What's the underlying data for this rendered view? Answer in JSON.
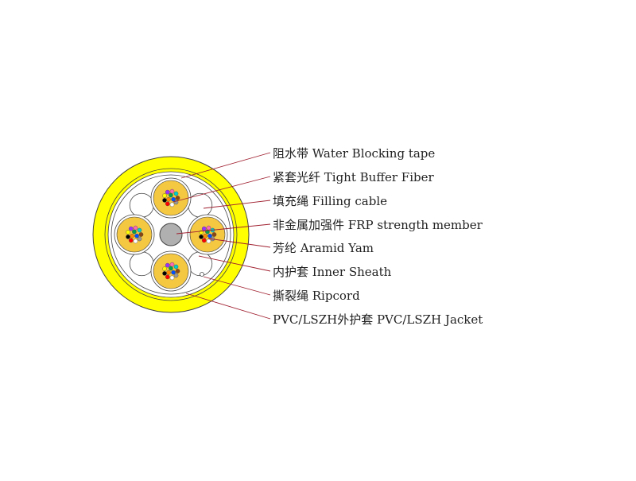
{
  "labels": [
    "阻水带 Water Blocking tape",
    "紧套光纤 Tight Buffer Fiber",
    "填充绳 Filling cable",
    "非金属加强件 FRP strength member",
    "芳纶 Aramid Yam",
    "内护套 Inner Sheath",
    "撕裂绳 Ripcord",
    "PVC/LSZH外护套 PVC/LSZH Jacket"
  ],
  "colors": {
    "jacket": "#ffff00",
    "aramid": "#ffff66",
    "subunit": "#f5c842",
    "leader": "#a02030",
    "outline": "#444444",
    "frp": "#b0b0b0"
  },
  "fiber_colors": [
    "#0050ff",
    "#ff8c00",
    "#00a050",
    "#8b4513",
    "#999999",
    "#ffffff",
    "#ff0000",
    "#000000",
    "#ffff00",
    "#9b30ff",
    "#ff69b4",
    "#00ced1"
  ]
}
